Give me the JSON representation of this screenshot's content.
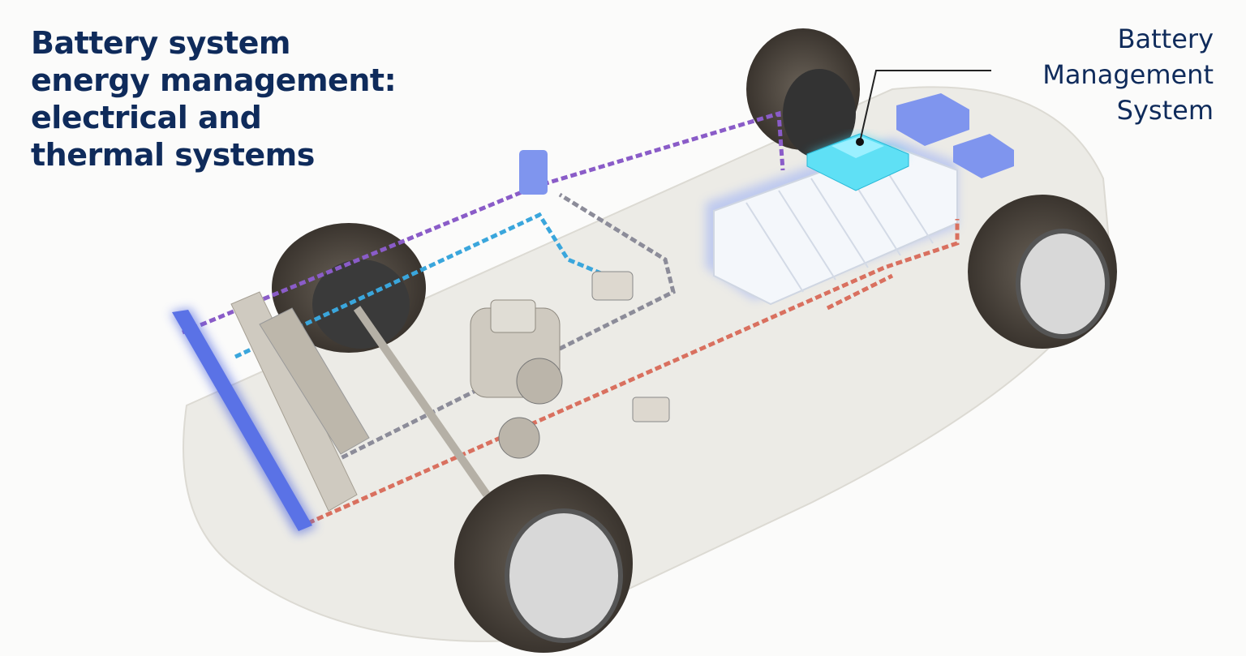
{
  "title": {
    "lines": [
      "Battery system",
      "energy management:",
      "electrical and",
      "thermal systems"
    ]
  },
  "callout": {
    "lines": [
      "Battery",
      "Management",
      "System"
    ]
  },
  "colors": {
    "text": "#0f2b5b",
    "electrical_line": "#8a5cc8",
    "coolant_line": "#3aa6dc",
    "heat_line": "#d9705f",
    "signal_line": "#8c8c99",
    "bms": "#43d3ee",
    "battery_cells": "#f2f6fb",
    "radiator": "#4b63e0"
  }
}
